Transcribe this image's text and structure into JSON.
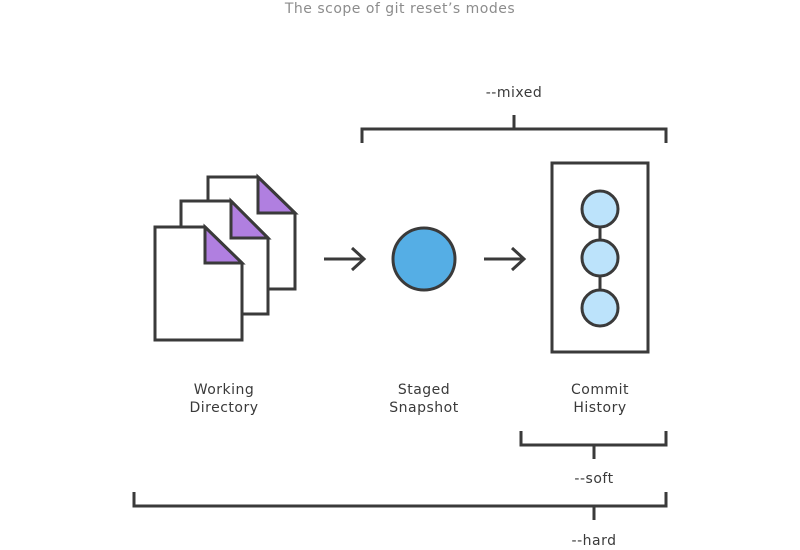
{
  "caption": "The scope of git reset’s modes",
  "labels": {
    "working_directory": [
      "Working",
      "Directory"
    ],
    "staged_snapshot": [
      "Staged",
      "Snapshot"
    ],
    "commit_history": [
      "Commit",
      "History"
    ]
  },
  "modes": {
    "mixed": "--mixed",
    "soft": "--soft",
    "hard": "--hard"
  },
  "colors": {
    "stroke": "#3a3a3a",
    "file_corner": "#b07fe0",
    "staged_circle": "#55aee5",
    "commit_circle": "#bce3fb",
    "caption": "#8c8c8c"
  }
}
